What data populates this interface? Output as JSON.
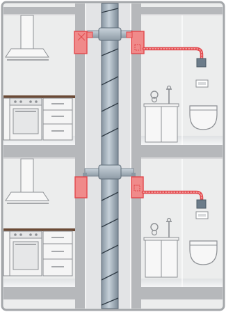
{
  "diagram": {
    "subject": "central-ventilation-duct-through-two-floors",
    "floors": [
      {
        "id": "floor-upper",
        "rooms": [
          "kitchen",
          "bathroom"
        ]
      },
      {
        "id": "floor-lower",
        "rooms": [
          "kitchen",
          "bathroom"
        ]
      }
    ],
    "icons": {
      "riser": "spiral-duct-icon",
      "fan_unit": "fan-unit-icon",
      "flex_hose": "flexible-duct-icon",
      "exhaust_grille": "exhaust-grille-icon",
      "vent_terminal": "vent-terminal-icon",
      "cooker_hood": "cooker-hood-icon",
      "oven": "oven-icon",
      "sink": "washbasin-icon",
      "toilet": "toilet-icon"
    }
  },
  "colors": {
    "background": "#ffffff",
    "frame": "#9b9da0",
    "wall": "#e9eaeb",
    "slab": "#b4b6b9",
    "duct_dark": "#7a8996",
    "duct_light": "#b9c5cf",
    "fan_unit": "#e8464a",
    "fan_unit_fill": "#f07f80",
    "counter": "#6b4a36",
    "fixture": "#ffffff",
    "fixture_line": "#8d9094"
  }
}
